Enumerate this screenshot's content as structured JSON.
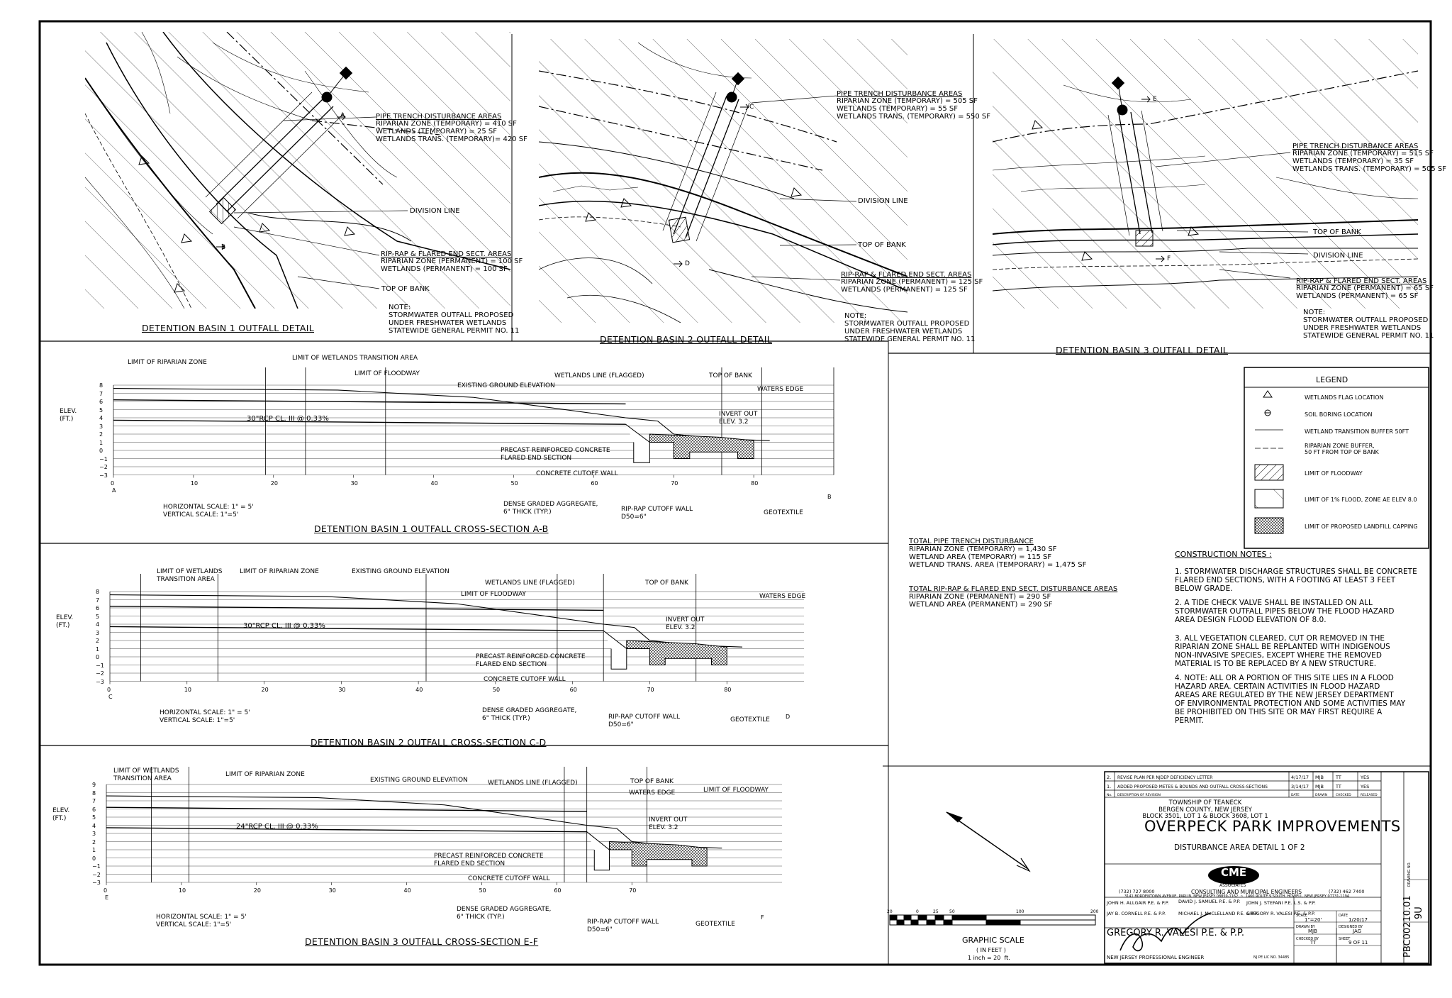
{
  "plans": {
    "basin1": {
      "title": "DETENTION BASIN 1 OUTFALL DETAIL",
      "pipe_heading": "PIPE TRENCH DISTURBANCE AREAS",
      "pipe_lines": [
        "RIPARIAN ZONE (TEMPORARY) = 410 SF",
        "WETLANDS (TEMPORARY)          = 25 SF",
        "WETLANDS TRANS. (TEMPORARY)= 420 SF"
      ],
      "riprap_heading": "RIP-RAP & FLARED END SECT. AREAS",
      "riprap_lines": [
        "RIPARIAN ZONE (PERMANENT) = 100 SF",
        "WETLANDS (PERMANENT) = 100 SF"
      ],
      "division_line": "DIVISION LINE",
      "top_of_bank": "TOP OF BANK",
      "note": "NOTE:\nSTORMWATER OUTFALL PROPOSED\nUNDER FRESHWATER WETLANDS\nSTATEWIDE GENERAL PERMIT NO. 11",
      "sec_start": "A",
      "sec_end": "B"
    },
    "basin2": {
      "title": "DETENTION BASIN 2 OUTFALL DETAIL",
      "pipe_heading": "PIPE TRENCH DISTURBANCE AREAS",
      "pipe_lines": [
        "RIPARIAN ZONE (TEMPORARY) = 505 SF",
        "WETLANDS (TEMPORARY)          = 55 SF",
        "WETLANDS TRANS. (TEMPORARY) = 550 SF"
      ],
      "riprap_heading": "RIP-RAP & FLARED END SECT. AREAS",
      "riprap_lines": [
        "RIPARIAN ZONE (PERMANENT) = 125 SF",
        "WETLANDS (PERMANENT) = 125 SF"
      ],
      "division_line": "DIVISION LINE",
      "top_of_bank": "TOP OF BANK",
      "note": "NOTE:\nSTORMWATER OUTFALL PROPOSED\nUNDER FRESHWATER WETLANDS\nSTATEWIDE GENERAL PERMIT NO. 11",
      "sec_start": "C",
      "sec_end": "D"
    },
    "basin3": {
      "title": "DETENTION BASIN 3 OUTFALL DETAIL",
      "pipe_heading": "PIPE TRENCH DISTURBANCE AREAS",
      "pipe_lines": [
        "RIPARIAN ZONE (TEMPORARY) = 515 SF",
        "WETLANDS (TEMPORARY)          = 35 SF",
        "WETLANDS TRANS. (TEMPORARY) = 505 SF"
      ],
      "riprap_heading": "RIP-RAP & FLARED END SECT. AREAS",
      "riprap_lines": [
        "RIPARIAN ZONE (PERMANENT) = 65 SF",
        "WETLANDS (PERMANENT) = 65 SF"
      ],
      "division_line": "DIVISION LINE",
      "top_of_bank": "TOP OF BANK",
      "note": "NOTE:\nSTORMWATER OUTFALL PROPOSED\nUNDER FRESHWATER WETLANDS\nSTATEWIDE GENERAL PERMIT NO. 11",
      "sec_start": "E",
      "sec_end": "F"
    }
  },
  "sections": {
    "s1": {
      "title": "DETENTION BASIN 1 OUTFALL CROSS-SECTION A-B",
      "elev_label": "ELEV.\n(FT.)",
      "y_ticks": [
        "8",
        "7",
        "6",
        "5",
        "4",
        "3",
        "2",
        "1",
        "0",
        "−1",
        "−2",
        "−3"
      ],
      "x_ticks": [
        "0",
        "10",
        "20",
        "30",
        "40",
        "50",
        "60",
        "70",
        "80"
      ],
      "start_letter": "A",
      "end_letter": "B",
      "scale": "HORIZONTAL SCALE: 1\" = 5'\nVERTICAL SCALE: 1\"=5'",
      "labels": {
        "riparian": "LIMIT OF RIPARIAN ZONE",
        "wet_trans": "LIMIT OF WETLANDS TRANSITION AREA",
        "floodway": "LIMIT OF FLOODWAY",
        "ground": "EXISTING GROUND ELEVATION",
        "wet_line": "WETLANDS LINE (FLAGGED)",
        "top_bank": "TOP OF BANK",
        "waters": "WATERS EDGE",
        "pipe": "30\"RCP CL. III @ 0.33%",
        "invert": "INVERT OUT\nELEV. 3.2",
        "precast": "PRECAST REINFORCED CONCRETE\nFLARED END SECTION",
        "cutoff": "CONCRETE CUTOFF WALL",
        "aggregate": "DENSE GRADED AGGREGATE,\n6\" THICK (TYP.)",
        "riprap_wall": "RIP-RAP CUTOFF WALL\nD50=6\"",
        "geotextile": "GEOTEXTILE"
      }
    },
    "s2": {
      "title": "DETENTION BASIN 2 OUTFALL CROSS-SECTION C-D",
      "elev_label": "ELEV.\n(FT.)",
      "y_ticks": [
        "8",
        "7",
        "6",
        "5",
        "4",
        "3",
        "2",
        "1",
        "0",
        "−1",
        "−2",
        "−3"
      ],
      "x_ticks": [
        "0",
        "10",
        "20",
        "30",
        "40",
        "50",
        "60",
        "70",
        "80"
      ],
      "start_letter": "C",
      "end_letter": "D",
      "scale": "HORIZONTAL SCALE: 1\" = 5'\nVERTICAL SCALE: 1\"=5'",
      "labels": {
        "wet_trans": "LIMIT OF WETLANDS\nTRANSITION AREA",
        "riparian": "LIMIT OF RIPARIAN ZONE",
        "ground": "EXISTING GROUND ELEVATION",
        "wet_line": "WETLANDS LINE (FLAGGED)",
        "floodway": "LIMIT OF FLOODWAY",
        "top_bank": "TOP OF BANK",
        "waters": "WATERS EDGE",
        "pipe": "30\"RCP CL. III @ 0.33%",
        "invert": "INVERT OUT\nELEV. 3.2",
        "precast": "PRECAST REINFORCED CONCRETE\nFLARED END SECTION",
        "cutoff": "CONCRETE CUTOFF WALL",
        "aggregate": "DENSE GRADED AGGREGATE,\n6\" THICK (TYP.)",
        "riprap_wall": "RIP-RAP CUTOFF WALL\nD50=6\"",
        "geotextile": "GEOTEXTILE"
      }
    },
    "s3": {
      "title": "DETENTION BASIN 3 OUTFALL CROSS-SECTION E-F",
      "elev_label": "ELEV.\n(FT.)",
      "y_ticks": [
        "9",
        "8",
        "7",
        "6",
        "5",
        "4",
        "3",
        "2",
        "1",
        "0",
        "−1",
        "−2",
        "−3"
      ],
      "x_ticks": [
        "0",
        "10",
        "20",
        "30",
        "40",
        "50",
        "60",
        "70"
      ],
      "start_letter": "E",
      "end_letter": "F",
      "scale": "HORIZONTAL SCALE: 1\" = 5'\nVERTICAL SCALE: 1\"=5'",
      "labels": {
        "wet_trans": "LIMIT OF WETLANDS\nTRANSITION AREA",
        "riparian": "LIMIT OF RIPARIAN ZONE",
        "ground": "EXISTING GROUND ELEVATION",
        "wet_line": "WETLANDS LINE (FLAGGED)",
        "top_bank": "TOP OF BANK",
        "waters": "WATERS EDGE",
        "floodway": "LIMIT OF FLOODWAY",
        "pipe": "24\"RCP CL. III @ 0.33%",
        "invert": "INVERT OUT\nELEV. 3.2",
        "precast": "PRECAST REINFORCED CONCRETE\nFLARED END SECTION",
        "cutoff": "CONCRETE CUTOFF WALL",
        "aggregate": "DENSE GRADED AGGREGATE,\n6\" THICK (TYP.)",
        "riprap_wall": "RIP-RAP CUTOFF WALL\nD50=6\"",
        "geotextile": "GEOTEXTILE"
      }
    }
  },
  "legend": {
    "title": "LEGEND",
    "items": [
      "WETLANDS FLAG LOCATION",
      "SOIL BORING LOCATION",
      "WETLAND TRANSITION BUFFER 50FT",
      "RIPARIAN ZONE BUFFER,\n50 FT FROM TOP OF BANK",
      "LIMIT OF FLOODWAY",
      "LIMIT OF 1% FLOOD, ZONE AE ELEV 8.0",
      "LIMIT OF PROPOSED LANDFILL CAPPING"
    ]
  },
  "totals": {
    "pipe_heading": "TOTAL PIPE TRENCH DISTURBANCE",
    "pipe_lines": [
      "RIPARIAN ZONE (TEMPORARY)          = 1,430 SF",
      "WETLAND AREA (TEMPORARY)           =   115 SF",
      "WETLAND TRANS. AREA (TEMPORARY) = 1,475 SF"
    ],
    "riprap_heading": "TOTAL RIP-RAP & FLARED END SECT. DISTURBANCE AREAS",
    "riprap_lines": [
      "RIPARIAN ZONE (PERMANENT)          =   290 SF",
      "WETLAND AREA (PERMANENT)           =   290 SF"
    ]
  },
  "construction_notes": {
    "heading": "CONSTRUCTION NOTES :",
    "notes": [
      "1.  STORMWATER DISCHARGE STRUCTURES SHALL BE CONCRETE\n     FLARED END SECTIONS, WITH A FOOTING AT LEAST 3 FEET\n     BELOW GRADE.",
      "2.  A TIDE CHECK VALVE SHALL BE INSTALLED ON ALL\n     STORMWATER OUTFALL PIPES BELOW THE FLOOD HAZARD\n     AREA DESIGN FLOOD ELEVATION OF 8.0.",
      "3.  ALL VEGETATION CLEARED, CUT OR REMOVED IN THE\n     RIPARIAN ZONE SHALL BE REPLANTED WITH INDIGENOUS\n     NON-INVASIVE SPECIES, EXCEPT WHERE THE REMOVED\n     MATERIAL IS TO BE REPLACED BY A NEW STRUCTURE.",
      "4.  NOTE: ALL OR A PORTION OF THIS SITE LIES IN A FLOOD\n     HAZARD AREA. CERTAIN ACTIVITIES IN FLOOD HAZARD\n     AREAS ARE REGULATED BY THE NEW JERSEY DEPARTMENT\n     OF ENVIRONMENTAL PROTECTION AND SOME ACTIVITIES MAY\n     BE PROHIBITED ON THIS SITE OR MAY FIRST REQUIRE A\n     PERMIT."
    ]
  },
  "scale_bar": {
    "title": "GRAPHIC SCALE",
    "unit": "( IN FEET )",
    "ratio": "1 inch = 20  ft.",
    "ticks": [
      "20",
      "0",
      "25",
      "50",
      "100",
      "200"
    ]
  },
  "title_block": {
    "revisions": [
      {
        "no": "2.",
        "desc": "REVISE PLAN PER NJDEP DEFICIENCY LETTER",
        "date": "4/17/17",
        "drawn": "MJB",
        "checked": "TT",
        "released": "YES"
      },
      {
        "no": "1.",
        "desc": "ADDED PROPOSED METES & BOUNDS AND OUTFALL CROSS-SECTIONS",
        "date": "3/14/17",
        "drawn": "MJB",
        "checked": "TT",
        "released": "YES"
      }
    ],
    "rev_headers": [
      "No.",
      "DESCRIPTION OF REVISION",
      "DATE",
      "DRAWN",
      "CHECKED",
      "RELEASED"
    ],
    "owner": "TOWNSHIP OF TEANECK\nBERGEN COUNTY, NEW JERSEY\nBLOCK 3501, LOT 1 & BLOCK 3608, LOT 1",
    "project": "OVERPECK PARK IMPROVEMENTS",
    "sheet_title": "DISTURBANCE AREA DETAIL 1 OF 2",
    "firm_logo": "CME",
    "firm_logo_sub": "ASSOCIATES",
    "firm_name": "CONSULTING AND MUNICIPAL ENGINEERS",
    "phone_left": "(732) 727 8000",
    "phone_right": "(732) 462 7400",
    "address": "3141 BORDENTOWN AVENUE, PARLIN, NEW JERSEY 08859-1162  ~  1460 ROUTE 9 SOUTH, HOWELL, NEW JERSEY 07731-1194",
    "engineers": [
      "JOHN H. ALLGAIR P.E. & P.P.",
      "DAVID J. SAMUEL P.E. & P.P.",
      "JOHN J. STEFANI P.E. L.S. & P.P.",
      "JAY B. CORNELL P.E. & P.P.",
      "MICHAEL J. McCLELLAND P.E. & P.P.",
      "GREGORY R. VALESI P.E. & P.P."
    ],
    "signer": "GREGORY R. VALESI P.E. & P.P.",
    "signer_title": "NEW JERSEY PROFESSIONAL ENGINEER",
    "license": "NJ PE LIC NO. 34485",
    "scale_label": "SCALE",
    "scale": "1\"=20'",
    "date_label": "DATE",
    "date": "1/20/17",
    "drawn_label": "DRAWN BY",
    "drawn": "MJB",
    "designed_label": "DESIGNED BY",
    "designed": "JAG",
    "checked_label": "CHECKED BY",
    "checked": "TT",
    "sheet_label": "SHEET",
    "sheet": "9 OF 11",
    "drawing_no_label": "DRAWING NO.",
    "drawing_no": "PBC00210.01",
    "drawing_rev": "9U"
  }
}
